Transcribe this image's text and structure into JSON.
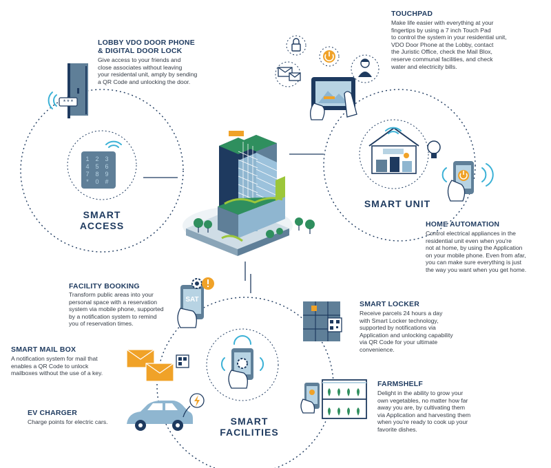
{
  "colors": {
    "navy": "#1e3a5f",
    "steel": "#5f7f98",
    "light_blue": "#b7d3e3",
    "green": "#2f8f5e",
    "lime": "#9cc63a",
    "orange": "#f0a228",
    "cyan": "#3bb1d6"
  },
  "hubs": {
    "access": [
      "SMART",
      "ACCESS"
    ],
    "unit": "SMART UNIT",
    "facilities": [
      "SMART",
      "FACILITIES"
    ]
  },
  "sections": {
    "lobby": {
      "title": [
        "LOBBY VDO DOOR PHONE",
        "& DIGITAL DOOR LOCK"
      ],
      "lines": [
        "Give access to your friends and",
        "close associates without leaving",
        "your residental unit, amply by sending",
        "a QR Code and unlocking the door."
      ]
    },
    "touchpad": {
      "title": "TOUCHPAD",
      "lines": [
        "Make life easier with everything at your",
        "fingertips by using a 7 inch Touch Pad",
        "to control the system in your residential unit,",
        "VDO Door Phone at the Lobby, contact",
        "the Juristic Office, check the Mail Blox,",
        "reserve communal facilities, and check",
        "water and electricity bills."
      ]
    },
    "home": {
      "title": "HOME AUTOMATION",
      "lines": [
        "Control electrical appliances in the",
        "residential unit even when you're",
        "not at home, by using the Application",
        "on your mobile phone. Even from afar,",
        "you can make sure everything is just",
        "the way you want when you get home."
      ]
    },
    "booking": {
      "title": "FACILITY BOOKING",
      "lines": [
        "Transform public areas into your",
        "personal space with a reservation",
        "system via mobile phone, supported",
        "by a notification system to remind",
        "you of reservation times."
      ]
    },
    "locker": {
      "title": "SMART LOCKER",
      "lines": [
        "Receive parcels 24 hours a day",
        "with Smart Locker technology,",
        "supported by notifications via",
        "Application and unlocking capability",
        "via QR Code for your ultimate",
        "convenience."
      ]
    },
    "mailbox": {
      "title": "SMART MAIL BOX",
      "lines": [
        "A notification system for mail that",
        "enables a QR Code to unlock",
        "mailboxes without the use of a key."
      ]
    },
    "farm": {
      "title": "FARMSHELF",
      "lines": [
        "Delight in the ability to grow your",
        "own vegetables, no matter how far",
        "away you are, by cultivating them",
        "via Application and harvesting them",
        "when you're ready to cook up your",
        "favorite dishes."
      ]
    },
    "ev": {
      "title": "EV CHARGER",
      "lines": [
        "Charge points for electric cars."
      ]
    }
  },
  "keypad": [
    "1",
    "2",
    "3",
    "4",
    "5",
    "6",
    "7",
    "8",
    "9",
    "*",
    "0",
    "#"
  ],
  "door_code": "***",
  "booking_sign": "SAT"
}
